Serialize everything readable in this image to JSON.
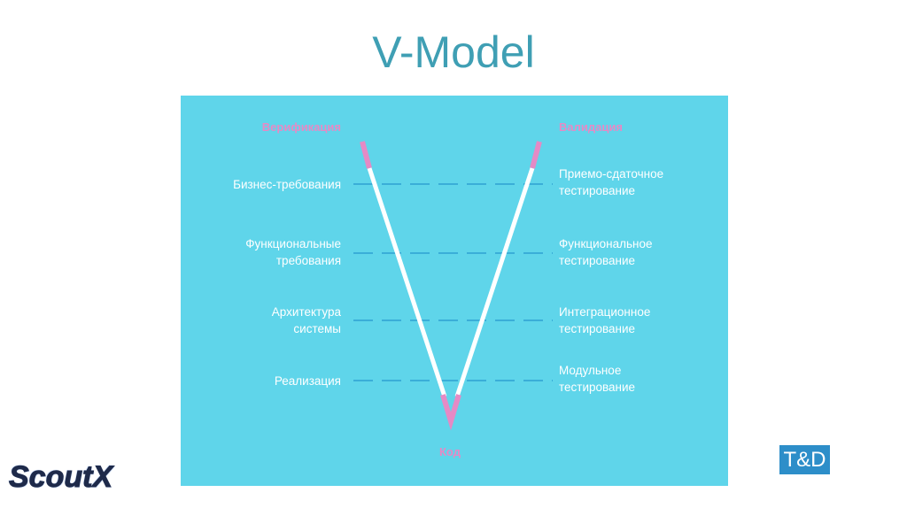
{
  "title": "V-Model",
  "left_header": "Верификация",
  "right_header": "Валидация",
  "bottom_label": "Код",
  "left_stages": [
    "Бизнес-требования",
    "Функциональные\nтребования",
    "Архитектура\nсистемы",
    "Реализация"
  ],
  "right_stages": [
    "Приемо-сдаточное\nтестирование",
    "Функциональное\nтестирование",
    "Интеграционное\nтестирование",
    "Модульное\nтестирование"
  ],
  "colors": {
    "panel": "#5fd5ea",
    "accent_pink": "#e58ac5",
    "dash": "#3aaed8",
    "title": "#3f9fb4"
  },
  "badge": "T&D",
  "logo": "ScoutX"
}
